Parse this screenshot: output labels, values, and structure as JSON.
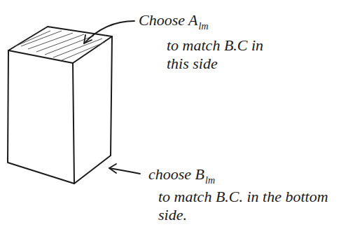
{
  "diagram": {
    "labels": [
      "Choose A",
      "lm",
      "to match B.C in this side",
      "choose B",
      "lm",
      "to match B.C. in the bottom side."
    ]
  }
}
